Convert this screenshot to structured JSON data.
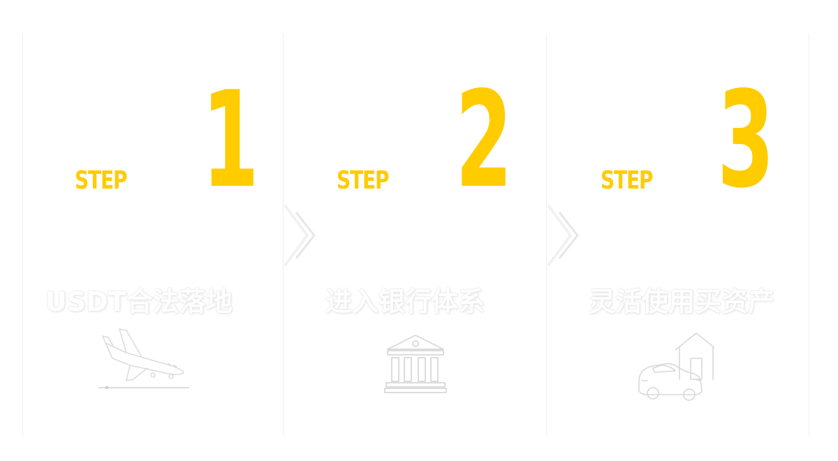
{
  "steps": [
    {
      "label": "STEP",
      "number": "1",
      "title": "USDT合法落地",
      "icon": "airplane-landing-icon"
    },
    {
      "label": "STEP",
      "number": "2",
      "title": "进入银行体系",
      "icon": "bank-building-icon"
    },
    {
      "label": "STEP",
      "number": "3",
      "title": "灵活使用买资产",
      "icon": "car-house-icon"
    }
  ],
  "colors": {
    "accent": "#ffcc00",
    "background": "#ffffff",
    "outline": "#e0e0e0"
  }
}
